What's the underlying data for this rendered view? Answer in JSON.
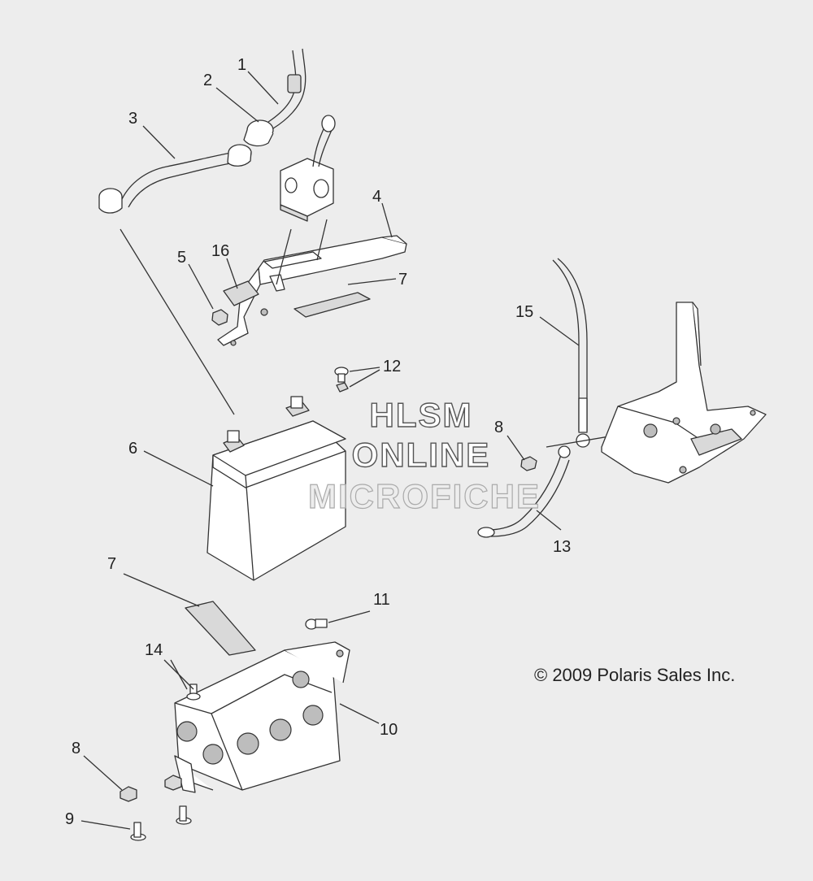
{
  "callouts": {
    "c1": "1",
    "c2": "2",
    "c3": "3",
    "c4": "4",
    "c5": "5",
    "c16": "16",
    "c7a": "7",
    "c12": "12",
    "c15": "15",
    "c8a": "8",
    "c6": "6",
    "c13": "13",
    "c7b": "7",
    "c11": "11",
    "c14": "14",
    "c10": "10",
    "c8b": "8",
    "c9": "9"
  },
  "watermark": {
    "line1": "HLSM",
    "line2": "ONLINE",
    "line3": "MICROFICHE"
  },
  "copyright": "© 2009 Polaris Sales Inc."
}
